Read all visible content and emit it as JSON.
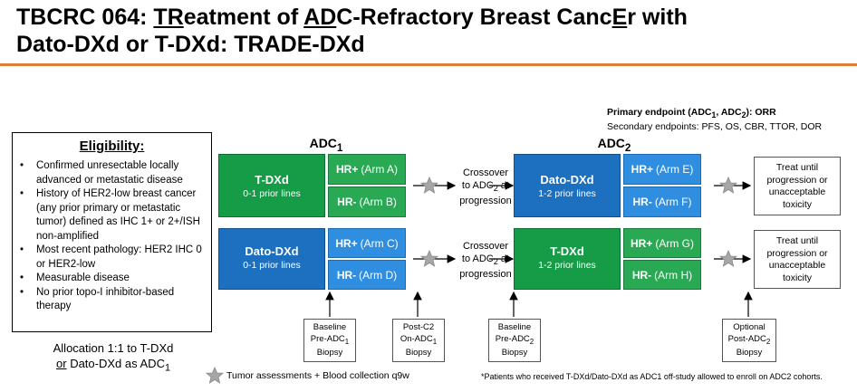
{
  "title": {
    "p1": "TBCRC 064: ",
    "p2u": "TR",
    "p3": "eatment of ",
    "p4u": "AD",
    "p5": "C-Refractory Breast Canc",
    "p6u": "E",
    "p7": "r with",
    "line2": "Dato-DXd or T-DXd: TRADE-DXd"
  },
  "endpoints": {
    "primary_label": "Primary endpoint (ADC",
    "primary_sub1": "1",
    "primary_mid": ", ADC",
    "primary_sub2": "2",
    "primary_end": "): ORR",
    "secondary": "Secondary endpoints: PFS, OS, CBR, TTOR, DOR"
  },
  "eligibility": {
    "heading": "Eligibility:",
    "items": [
      "Confirmed unresectable locally advanced or metastatic disease",
      "History of HER2-low breast cancer (any prior primary or metastatic tumor) defined as IHC 1+ or 2+/ISH non-amplified",
      "Most recent pathology: HER2 IHC 0 or HER2-low",
      "Measurable disease",
      "No prior topo-I inhibitor-based therapy"
    ]
  },
  "allocation": {
    "line1": "Allocation 1:1 to T-DXd",
    "or": "or",
    "line2_rest": " Dato-DXd as ADC",
    "sub": "1"
  },
  "headers": {
    "adc1": "ADC",
    "adc1_sub": "1",
    "adc2": "ADC",
    "adc2_sub": "2"
  },
  "adc1": {
    "top": {
      "drug": "T-DXd",
      "lines": "0-1 prior lines"
    },
    "bottom": {
      "drug": "Dato-DXd",
      "lines": "0-1 prior lines"
    }
  },
  "adc2": {
    "top": {
      "drug": "Dato-DXd",
      "lines": "1-2 prior lines"
    },
    "bottom": {
      "drug": "T-DXd",
      "lines": "1-2 prior lines"
    }
  },
  "arms": {
    "A": {
      "hr": "HR+",
      "arm": "(Arm A)"
    },
    "B": {
      "hr": "HR-",
      "arm": "(Arm B)"
    },
    "C": {
      "hr": "HR+",
      "arm": "(Arm C)"
    },
    "D": {
      "hr": "HR-",
      "arm": "(Arm D)"
    },
    "E": {
      "hr": "HR+",
      "arm": "(Arm E)"
    },
    "F": {
      "hr": "HR-",
      "arm": "(Arm F)"
    },
    "G": {
      "hr": "HR+",
      "arm": "(Arm G)"
    },
    "H": {
      "hr": "HR-",
      "arm": "(Arm H)"
    }
  },
  "crossover": {
    "l1": "Crossover",
    "l2": "to ADC",
    "l2_sub": "2",
    "l2_end": " at",
    "l3": "progression"
  },
  "treat": {
    "l1": "Treat until",
    "l2": "progression or",
    "l3": "unacceptable",
    "l4": "toxicity"
  },
  "biopsies": {
    "b1": {
      "l1": "Baseline",
      "l2": "Pre-ADC",
      "sub": "1",
      "l3": "Biopsy"
    },
    "b2": {
      "l1": "Post-C2",
      "l2": "On-ADC",
      "sub": "1",
      "l3": "Biopsy"
    },
    "b3": {
      "l1": "Baseline",
      "l2": "Pre-ADC",
      "sub": "2",
      "l3": "Biopsy"
    },
    "b4": {
      "l1": "Optional",
      "l2": "Post-ADC",
      "sub": "2",
      "l3": "Biopsy"
    }
  },
  "legend": "Tumor assessments + Blood collection q9w",
  "footnote": "*Patients who received T-DXd/Dato-DXd as ADC1 off-study allowed to enroll on ADC2 cohorts.",
  "colors": {
    "green": "#169b47",
    "blue": "#1d6fc0",
    "rule": "#e07b39",
    "star": "#a6a6a6"
  }
}
